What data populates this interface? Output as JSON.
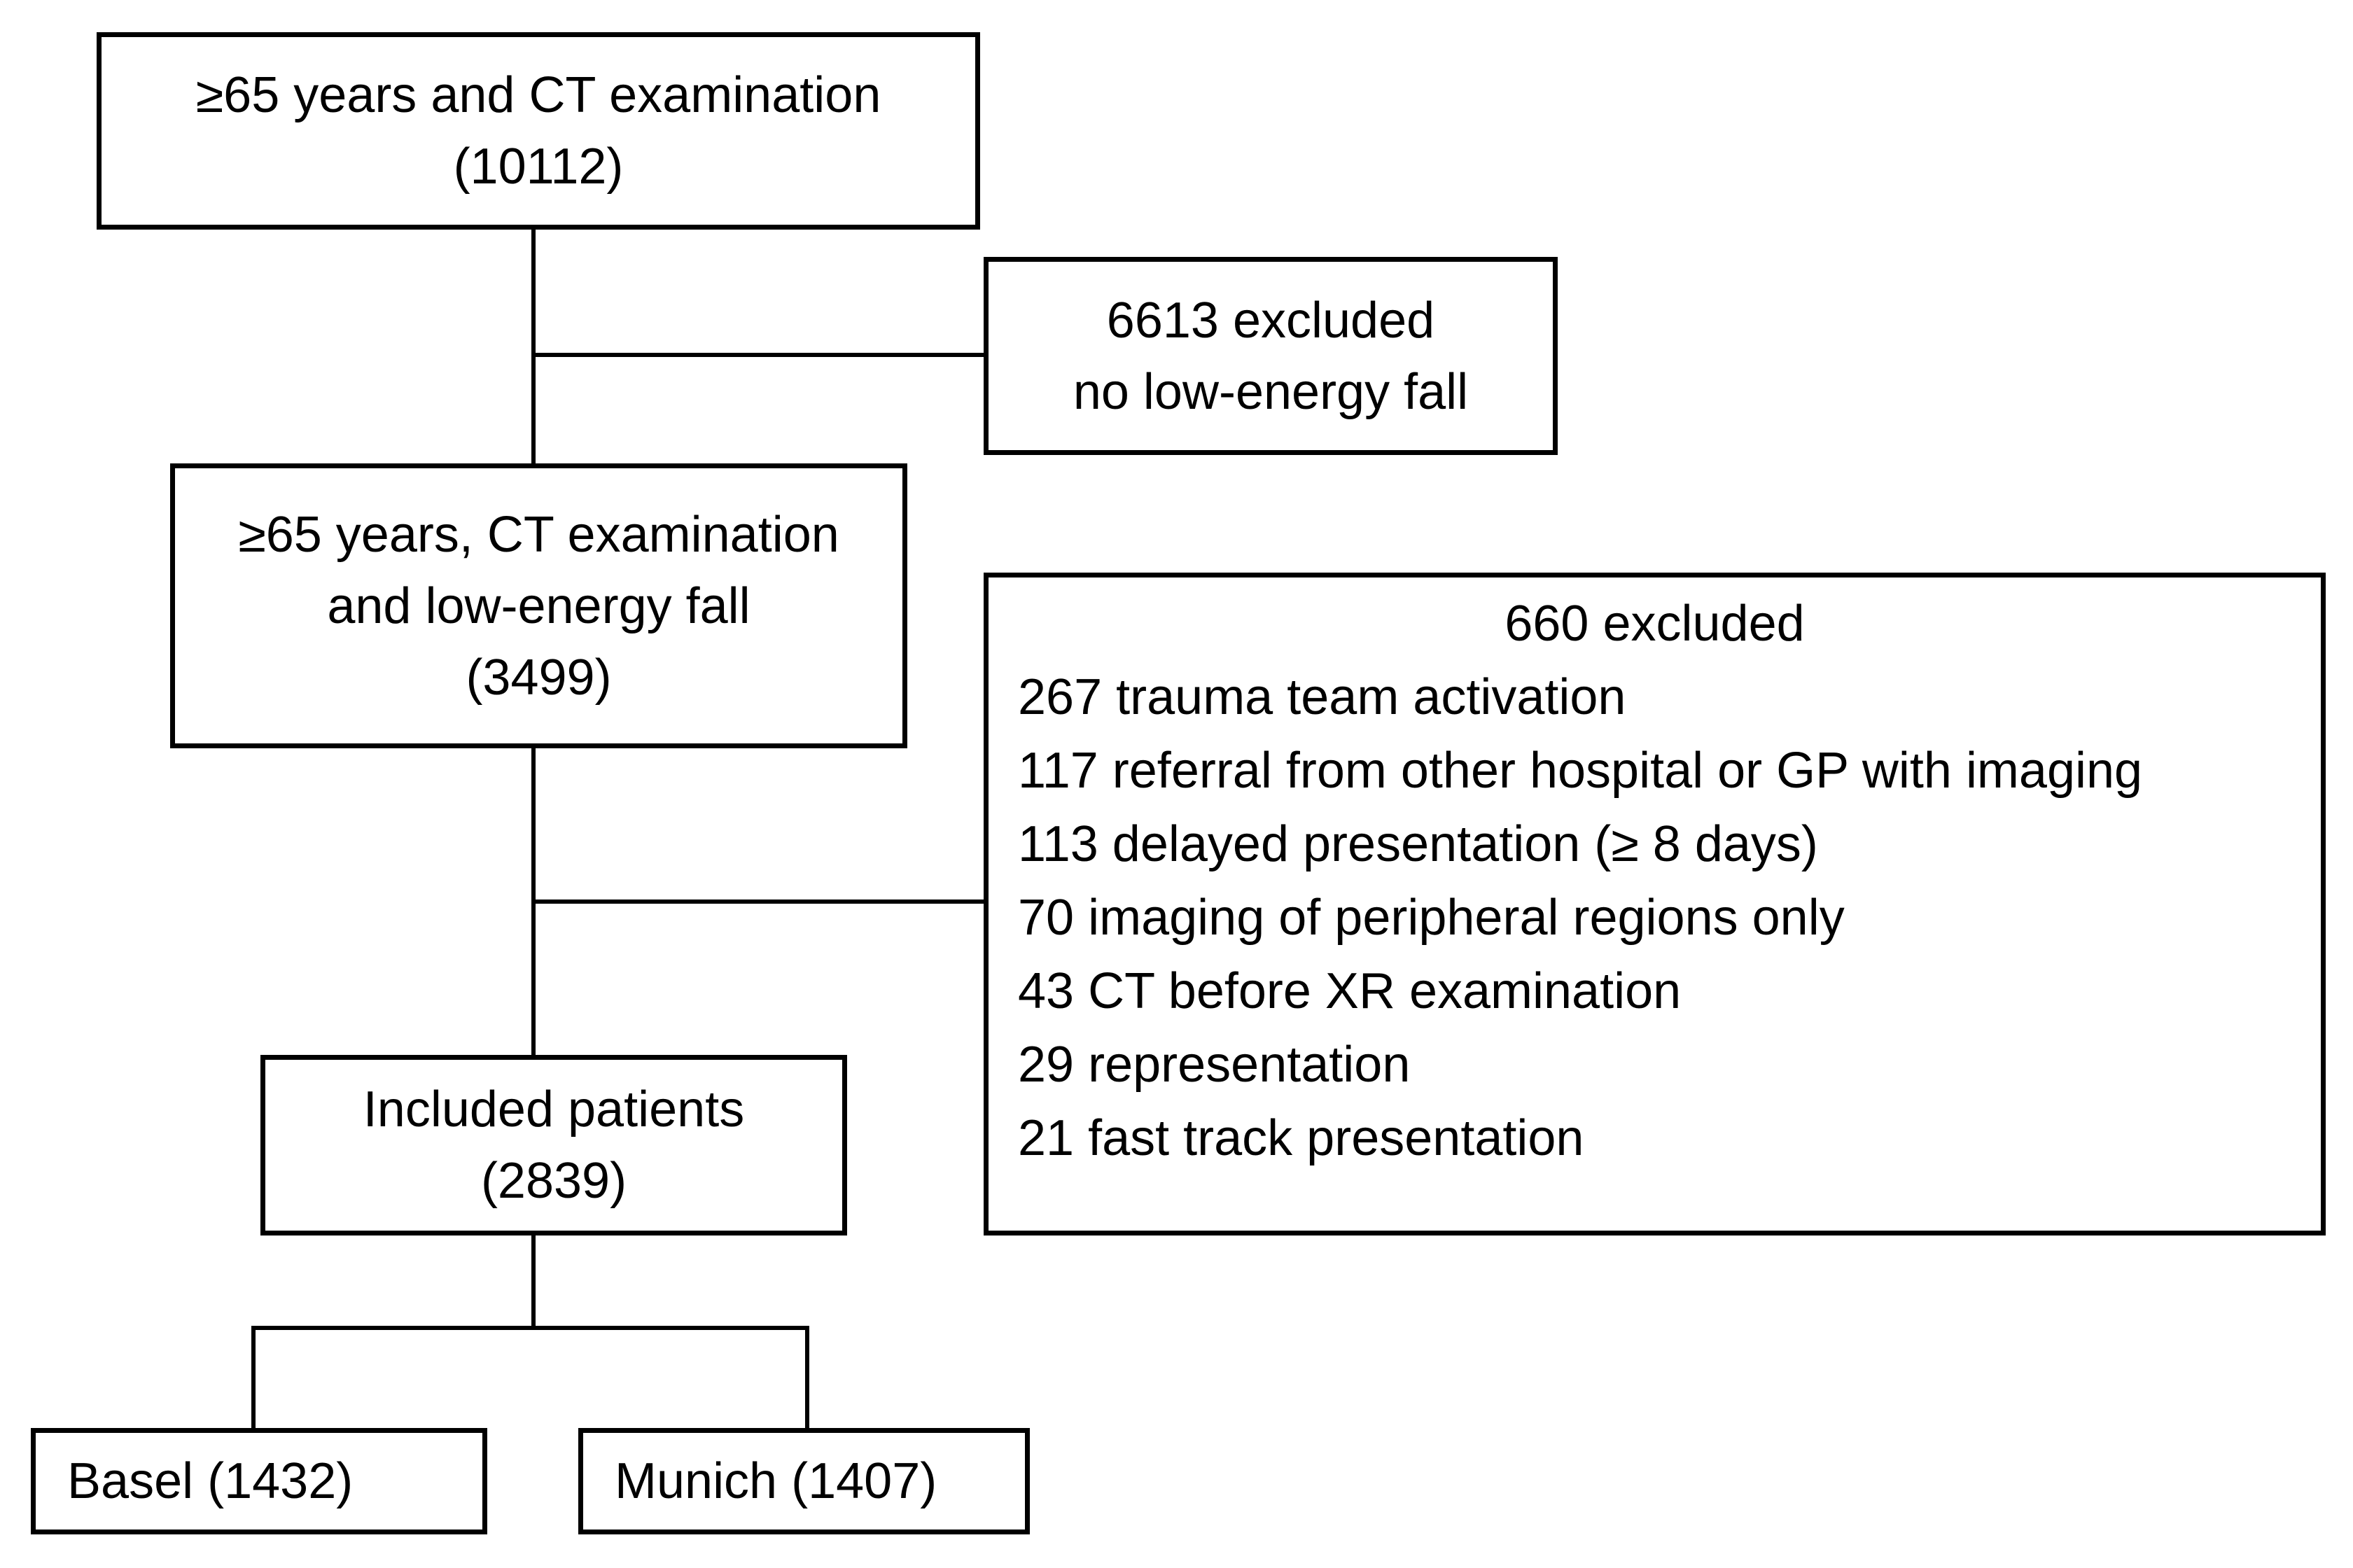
{
  "diagram": {
    "type": "patient-flow-chart",
    "background_color": "#ffffff",
    "line_color": "#000000",
    "boxes": {
      "eligible": {
        "lines": [
          "≥65 years and CT examination",
          "(10112)"
        ]
      },
      "excluded_no_low_energy_fall": {
        "lines": [
          "6613 excluded",
          "no low-energy fall"
        ]
      },
      "low_energy_fall": {
        "lines": [
          "≥65 years, CT examination",
          "and low-energy fall",
          "(3499)"
        ]
      },
      "excluded_detailed": {
        "title": "660 excluded",
        "items": [
          "267 trauma team activation",
          "117 referral from other hospital or GP with imaging",
          "113 delayed presentation (≥ 8 days)",
          "70 imaging of peripheral regions only",
          "43 CT before XR examination",
          "29 representation",
          "21 fast track presentation"
        ]
      },
      "included": {
        "lines": [
          "Included patients",
          "(2839)"
        ]
      },
      "basel": {
        "label": "Basel (1432)"
      },
      "munich": {
        "label": "Munich (1407)"
      }
    }
  }
}
